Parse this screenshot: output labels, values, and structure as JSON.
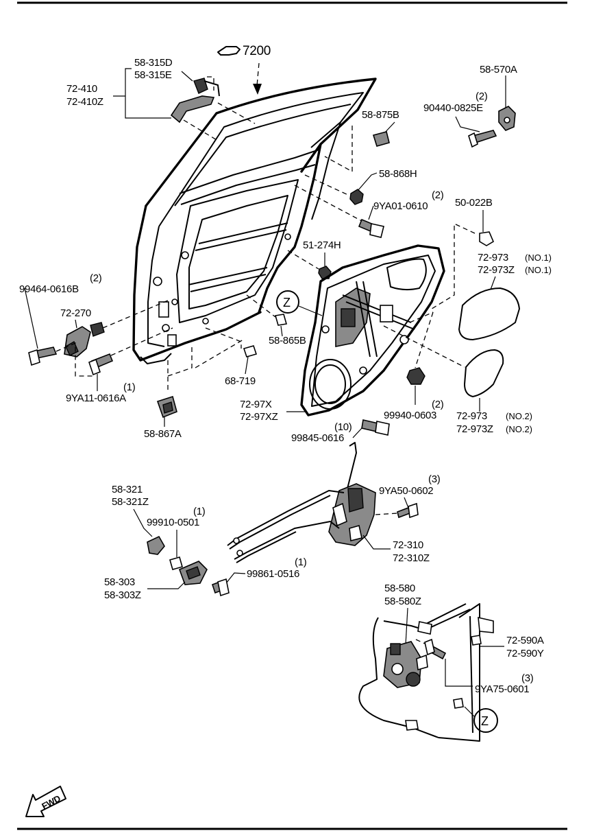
{
  "ref": {
    "main": "7200"
  },
  "callout": {
    "letter": "Z"
  },
  "arrow": {
    "text": "FWD"
  },
  "labels": {
    "l_58_315d": "58-315D",
    "l_58_315e": "58-315E",
    "l_72_410": "72-410",
    "l_72_410z": "72-410Z",
    "l_58_570a": "58-570A",
    "l_90440_qty": "(2)",
    "l_90440": "90440-0825E",
    "l_58_875b": "58-875B",
    "l_58_868h": "58-868H",
    "l_9ya01_qty": "(2)",
    "l_9ya01": "9YA01-0610",
    "l_50_022b": "50-022B",
    "l_51_274h": "51-274H",
    "l_72_973_1": "72-973",
    "l_no1": "(NO.1)",
    "l_72_973z_1": "72-973Z",
    "l_no1b": "(NO.1)",
    "l_99464_qty": "(2)",
    "l_99464": "99464-0616B",
    "l_72_270": "72-270",
    "l_58_865b": "58-865B",
    "l_9ya11_qty": "(1)",
    "l_9ya11": "9YA11-0616A",
    "l_68_719": "68-719",
    "l_72_97x": "72-97X",
    "l_72_97xz": "72-97XZ",
    "l_99940_qty": "(2)",
    "l_99940": "99940-0603",
    "l_72_973_2": "72-973",
    "l_no2": "(NO.2)",
    "l_72_973z_2": "72-973Z",
    "l_no2b": "(NO.2)",
    "l_58_867a": "58-867A",
    "l_99845_qty": "(10)",
    "l_99845": "99845-0616",
    "l_9ya50_qty": "(3)",
    "l_9ya50": "9YA50-0602",
    "l_58_321": "58-321",
    "l_58_321z": "58-321Z",
    "l_99910_qty": "(1)",
    "l_99910": "99910-0501",
    "l_72_310": "72-310",
    "l_72_310z": "72-310Z",
    "l_58_303": "58-303",
    "l_58_303z": "58-303Z",
    "l_99861_qty": "(1)",
    "l_99861": "99861-0516",
    "l_58_580": "58-580",
    "l_58_580z": "58-580Z",
    "l_72_590a": "72-590A",
    "l_72_590y": "72-590Y",
    "l_9ya75_qty": "(3)",
    "l_9ya75": "9YA75-0601"
  }
}
